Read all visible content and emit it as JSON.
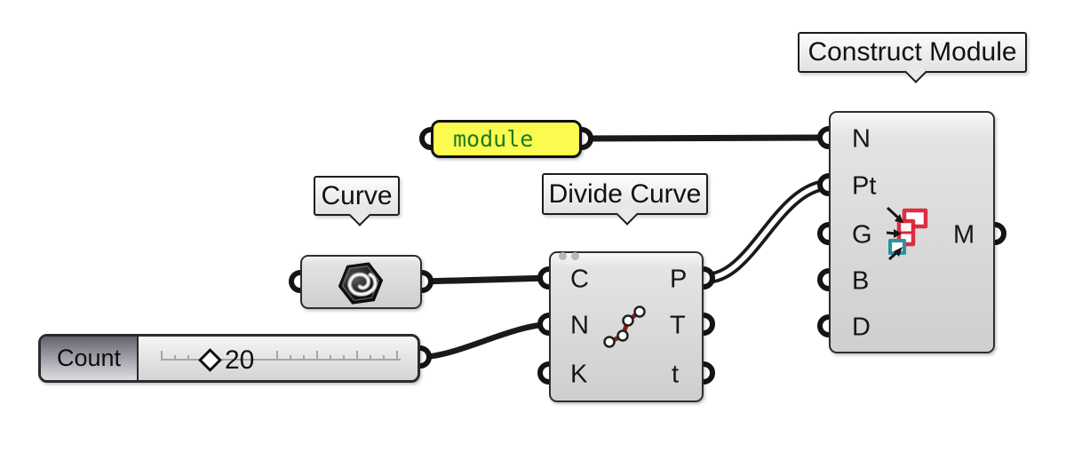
{
  "tooltips": {
    "construct_module": "Construct Module",
    "curve": "Curve",
    "divide_curve": "Divide Curve"
  },
  "panel": {
    "text": "module",
    "bg_color": "#fafb4e",
    "text_color": "#1f7a1f"
  },
  "components": {
    "construct_module": {
      "inputs": [
        "N",
        "Pt",
        "G",
        "B",
        "D"
      ],
      "output": "M",
      "icon": "construct-module-icon"
    },
    "divide_curve": {
      "inputs": [
        "C",
        "N",
        "K"
      ],
      "outputs": [
        "P",
        "T",
        "t"
      ],
      "icon": "divide-curve-points-icon"
    },
    "curve": {
      "icon": "curve-hexagon-icon"
    }
  },
  "slider": {
    "label": "Count",
    "value": "20",
    "handle": "diamond-handle"
  },
  "colors": {
    "wire": "#1a1a1a",
    "component_border": "#2e2e2e",
    "panel_yellow": "#fafb4e",
    "icon_red": "#d92638",
    "icon_teal": "#2f8fa3",
    "divide_icon_red": "#8f1d1d"
  }
}
